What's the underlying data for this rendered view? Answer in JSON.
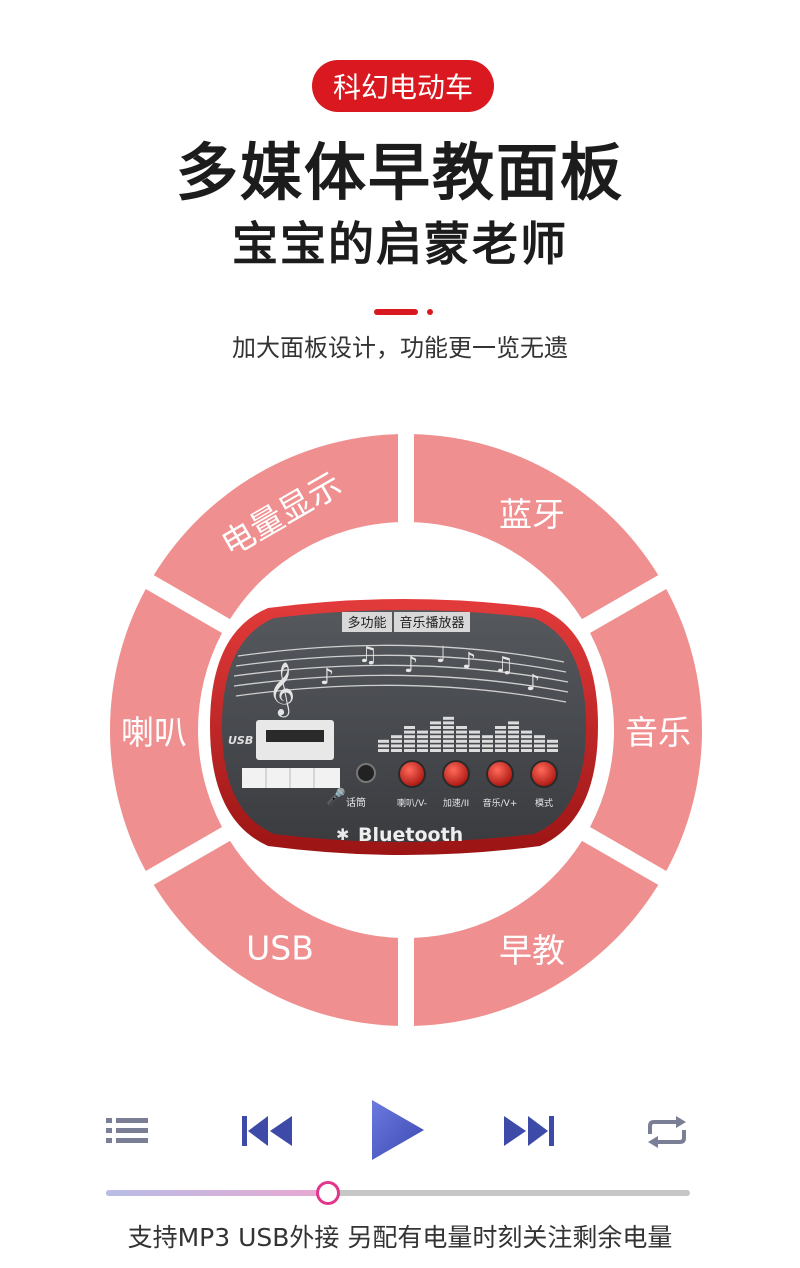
{
  "header": {
    "tag": "科幻电动车",
    "title": "多媒体早教面板",
    "subtitle": "宝宝的启蒙老师",
    "description": "加大面板设计，功能更一览无遗"
  },
  "features": [
    {
      "label": "电量显示"
    },
    {
      "label": "蓝牙"
    },
    {
      "label": "音乐"
    },
    {
      "label": "早教"
    },
    {
      "label": "USB"
    },
    {
      "label": "喇叭"
    }
  ],
  "device": {
    "top_label_a": "多功能",
    "top_label_b": "音乐播放器",
    "usb_mark": "USB",
    "mic_label": "话筒",
    "buttons": [
      "喇叭/V-",
      "加速/II",
      "音乐/V+",
      "模式"
    ],
    "brand": "Bluetooth"
  },
  "player": {
    "icons": [
      "playlist-icon",
      "previous-icon",
      "play-icon",
      "next-icon",
      "repeat-icon"
    ],
    "progress_fraction": 0.38
  },
  "colors": {
    "accent_red": "#d9191f",
    "segment_pink": "#ef8f8f",
    "control_blue": "#3d4aa8",
    "knob_pink": "#e2358c"
  },
  "footer": {
    "text": "支持MP3 USB外接 另配有电量时刻关注剩余电量"
  }
}
